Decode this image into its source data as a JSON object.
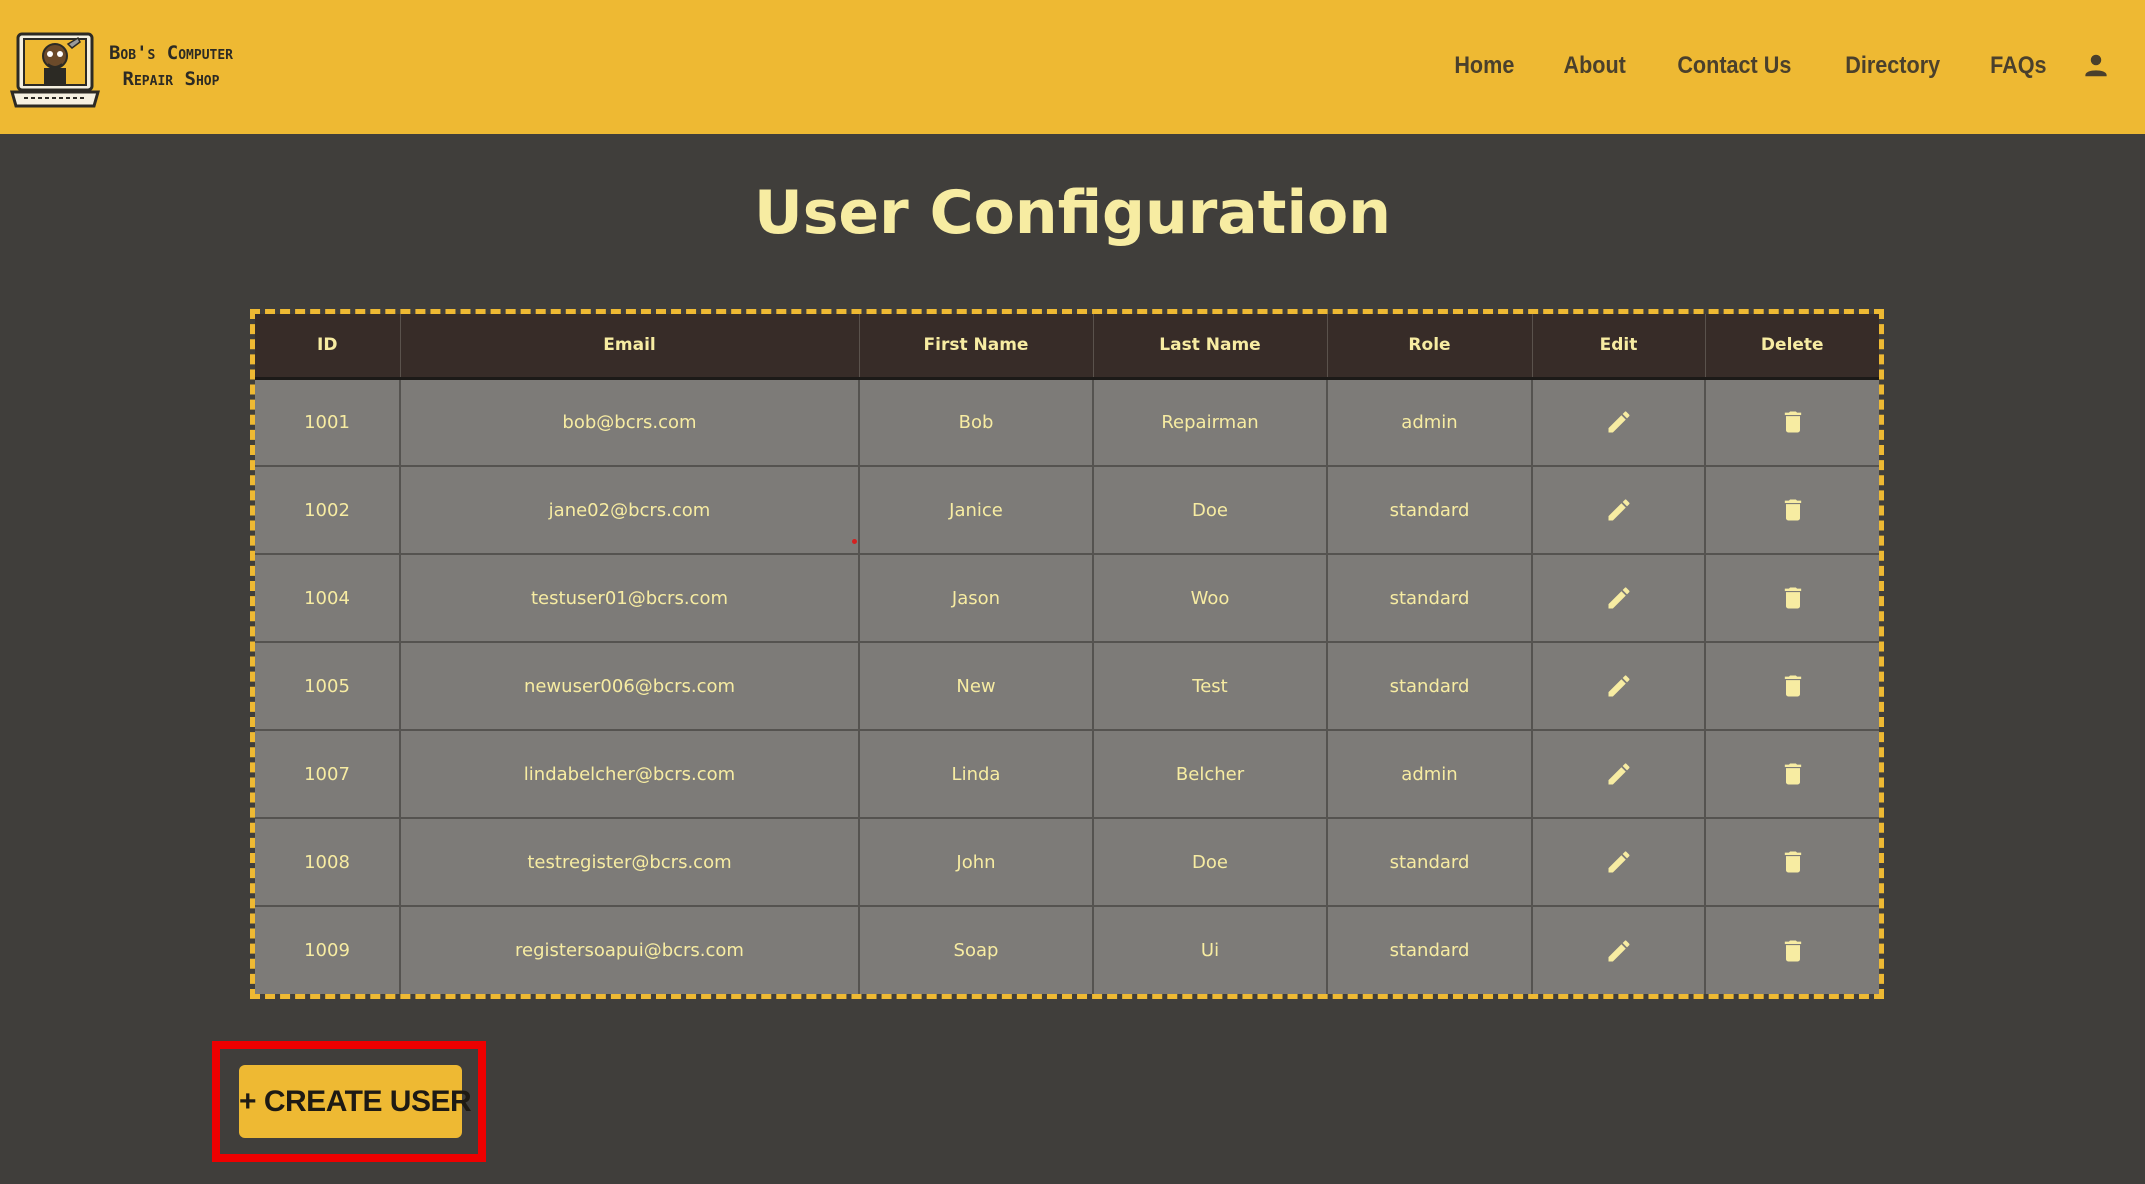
{
  "header": {
    "brand_line1": "Bob's Computer",
    "brand_line2": "Repair Shop",
    "nav": [
      {
        "label": "Home"
      },
      {
        "label": "About"
      },
      {
        "label": "Contact Us"
      },
      {
        "label": "Directory"
      },
      {
        "label": "FAQs"
      }
    ],
    "account_icon": "person-icon"
  },
  "main": {
    "title": "User Configuration"
  },
  "table": {
    "columns": [
      "ID",
      "Email",
      "First Name",
      "Last Name",
      "Role",
      "Edit",
      "Delete"
    ],
    "rows": [
      {
        "id": "1001",
        "email": "bob@bcrs.com",
        "first": "Bob",
        "last": "Repairman",
        "role": "admin"
      },
      {
        "id": "1002",
        "email": "jane02@bcrs.com",
        "first": "Janice",
        "last": "Doe",
        "role": "standard"
      },
      {
        "id": "1004",
        "email": "testuser01@bcrs.com",
        "first": "Jason",
        "last": "Woo",
        "role": "standard"
      },
      {
        "id": "1005",
        "email": "newuser006@bcrs.com",
        "first": "New",
        "last": "Test",
        "role": "standard"
      },
      {
        "id": "1007",
        "email": "lindabelcher@bcrs.com",
        "first": "Linda",
        "last": "Belcher",
        "role": "admin"
      },
      {
        "id": "1008",
        "email": "testregister@bcrs.com",
        "first": "John",
        "last": "Doe",
        "role": "standard"
      },
      {
        "id": "1009",
        "email": "registersoapui@bcrs.com",
        "first": "Soap",
        "last": "Ui",
        "role": "standard"
      }
    ],
    "edit_icon": "pencil-icon",
    "delete_icon": "trash-icon"
  },
  "actions": {
    "create_user_label": "+ CREATE USER"
  },
  "colors": {
    "brand_yellow": "#eeb933",
    "background": "#403e3b",
    "text_cream": "#f7eca2",
    "table_header": "#372c28",
    "table_row": "#7d7b78",
    "highlight_red": "#ee0000"
  }
}
